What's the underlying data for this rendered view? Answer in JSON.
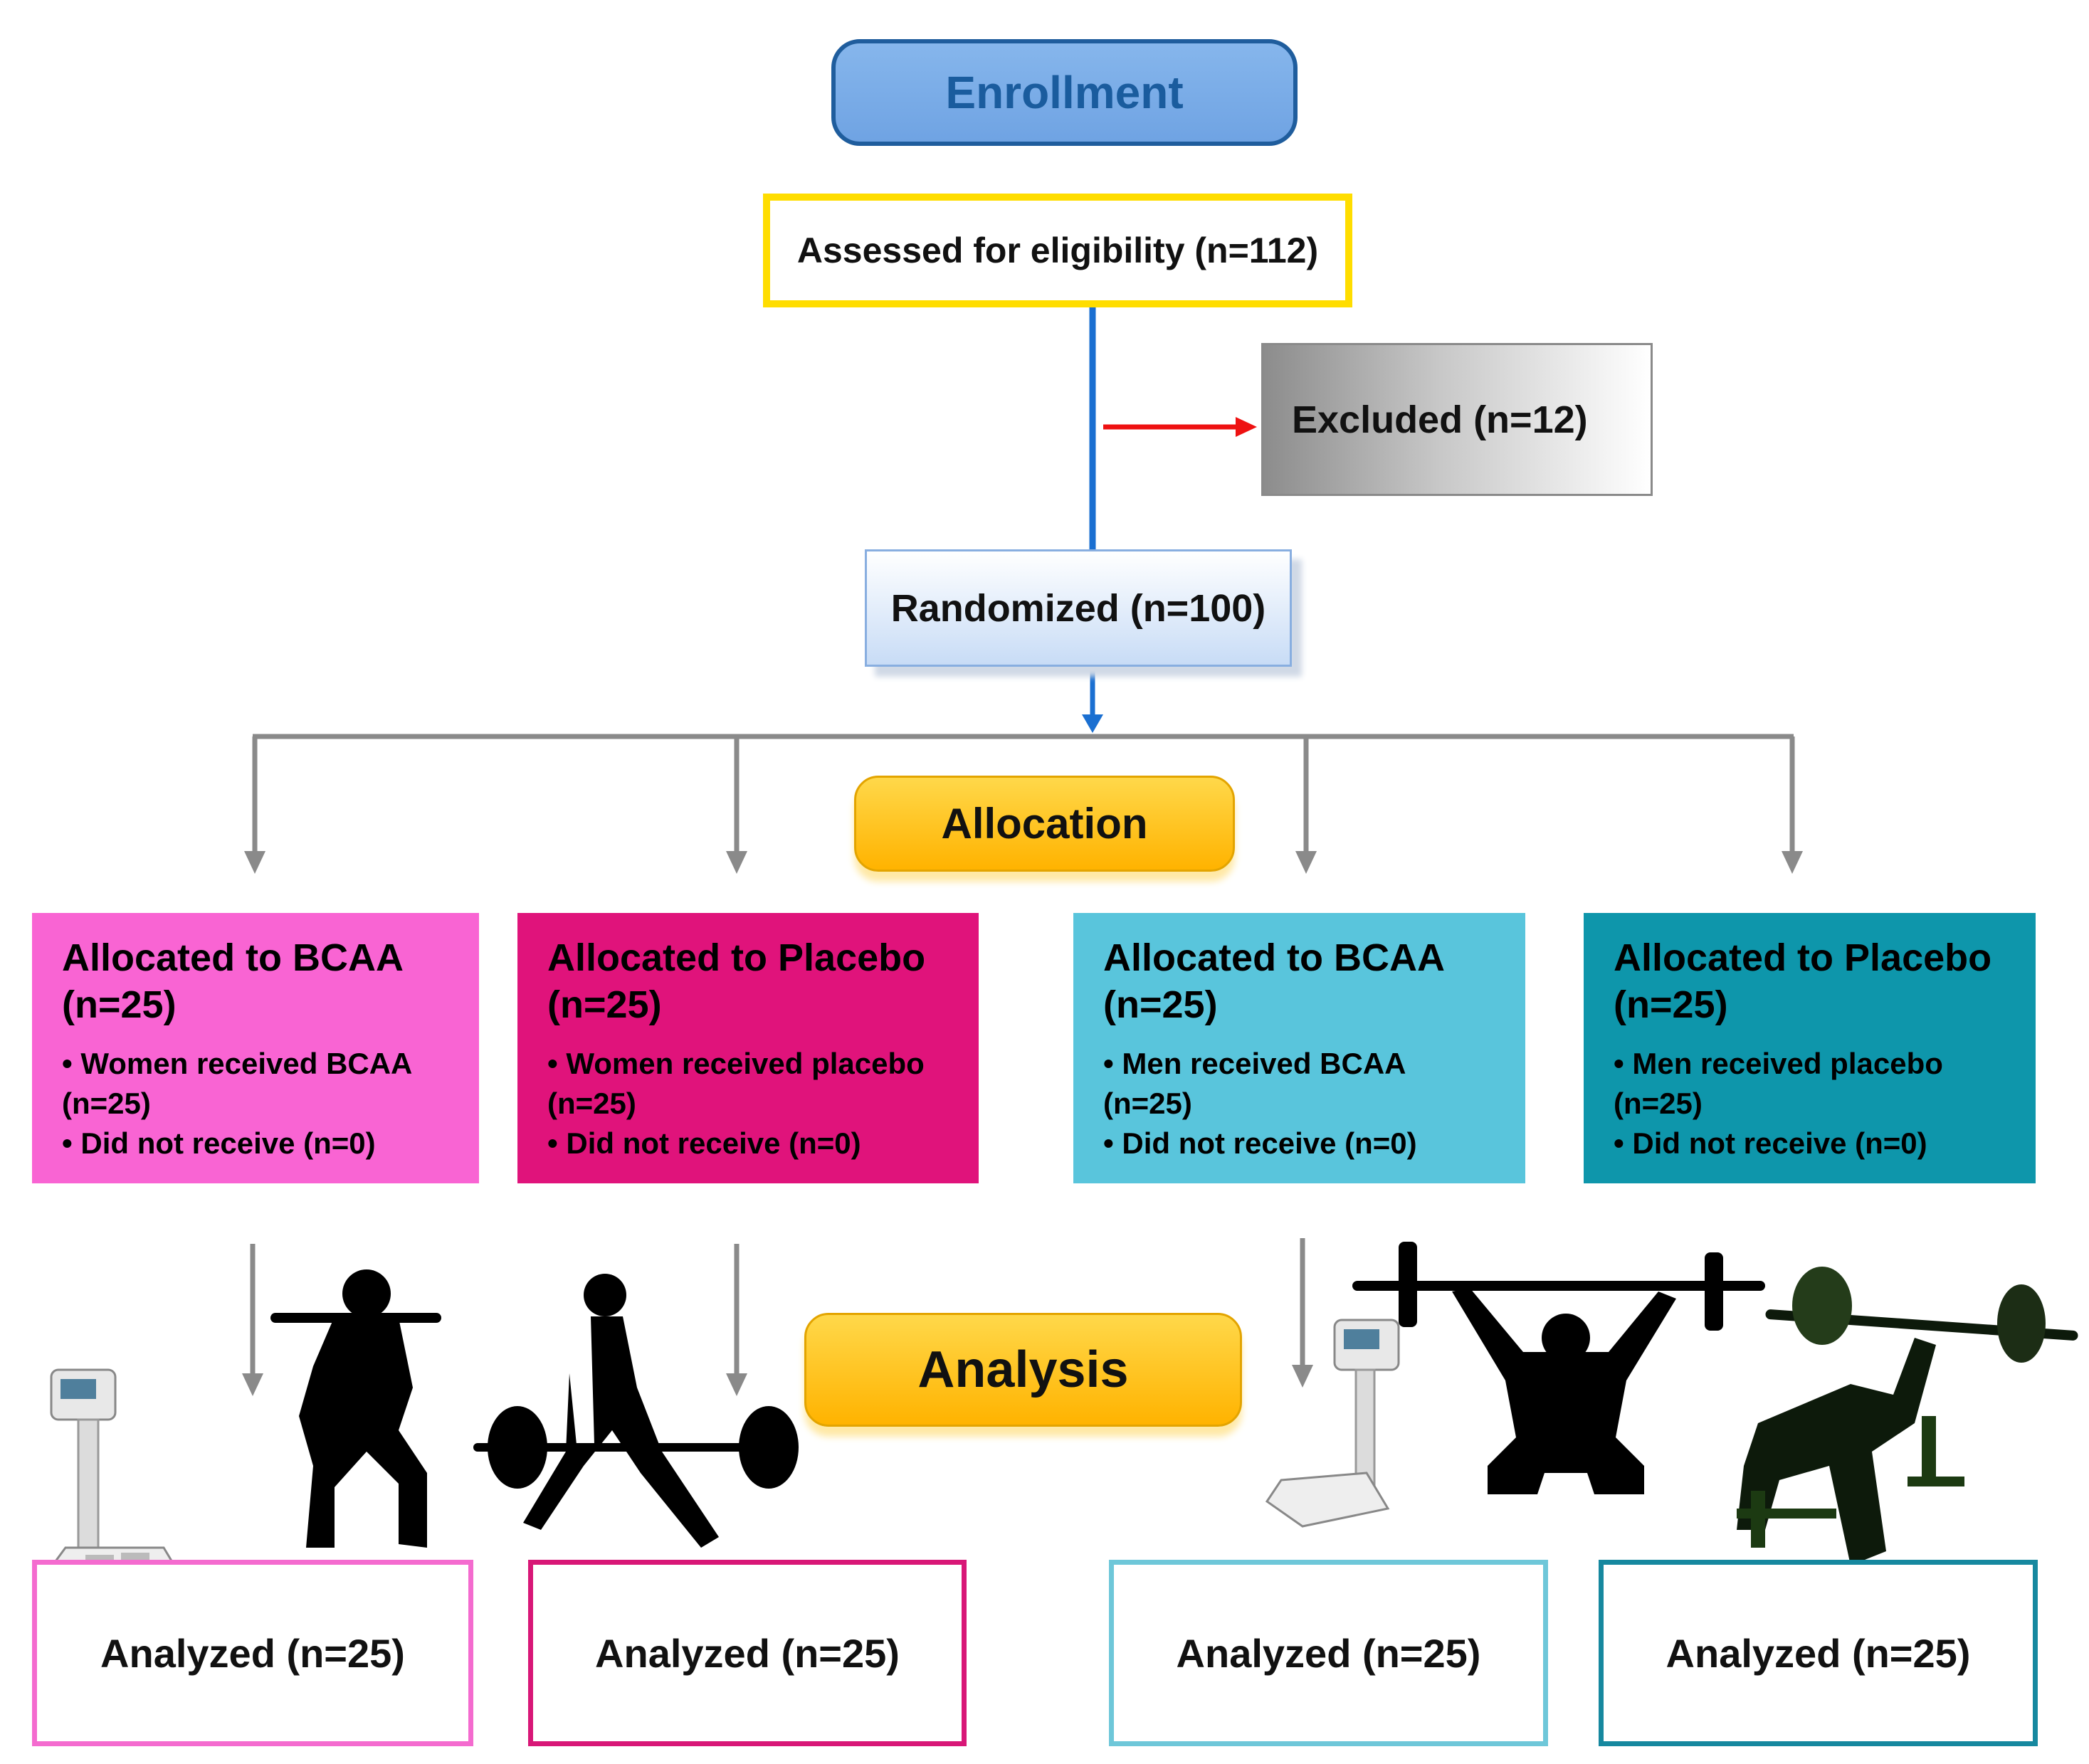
{
  "enrollment": {
    "label": "Enrollment"
  },
  "assessed": {
    "label": "Assessed for eligibility (n=112)"
  },
  "excluded": {
    "label": "Excluded (n=12)"
  },
  "randomized": {
    "label": "Randomized (n=100)"
  },
  "allocation": {
    "label": "Allocation"
  },
  "analysis": {
    "label": "Analysis"
  },
  "groups": [
    {
      "title": "Allocated to BCAA",
      "n": "(n=25)",
      "received": "• Women received BCAA",
      "received_n": "(n=25)",
      "not_received": "• Did not receive (n=0)"
    },
    {
      "title": "Allocated to Placebo",
      "n": "(n=25)",
      "received": "• Women received placebo",
      "received_n": "(n=25)",
      "not_received": "• Did not receive (n=0)"
    },
    {
      "title": "Allocated to BCAA",
      "n": "(n=25)",
      "received": "• Men received BCAA",
      "received_n": "(n=25)",
      "not_received": "• Did not receive (n=0)"
    },
    {
      "title": "Allocated to Placebo",
      "n": "(n=25)",
      "received": "• Men received placebo",
      "received_n": "(n=25)",
      "not_received": "• Did not receive (n=0)"
    }
  ],
  "analyzed": [
    {
      "label": "Analyzed (n=25)"
    },
    {
      "label": "Analyzed (n=25)"
    },
    {
      "label": "Analyzed (n=25)"
    },
    {
      "label": "Analyzed (n=25)"
    }
  ],
  "colors": {
    "enrollment_border": "#1f5d9d",
    "assessed_border": "#ffdd00",
    "excluded_arrow": "#ee1111",
    "main_line": "#1a6fd1",
    "branch_line": "#8a8a8a",
    "women_bcaa": "#f964d3",
    "women_placebo": "#e0137b",
    "men_bcaa": "#59c5dc",
    "men_placebo": "#0e96ab"
  }
}
